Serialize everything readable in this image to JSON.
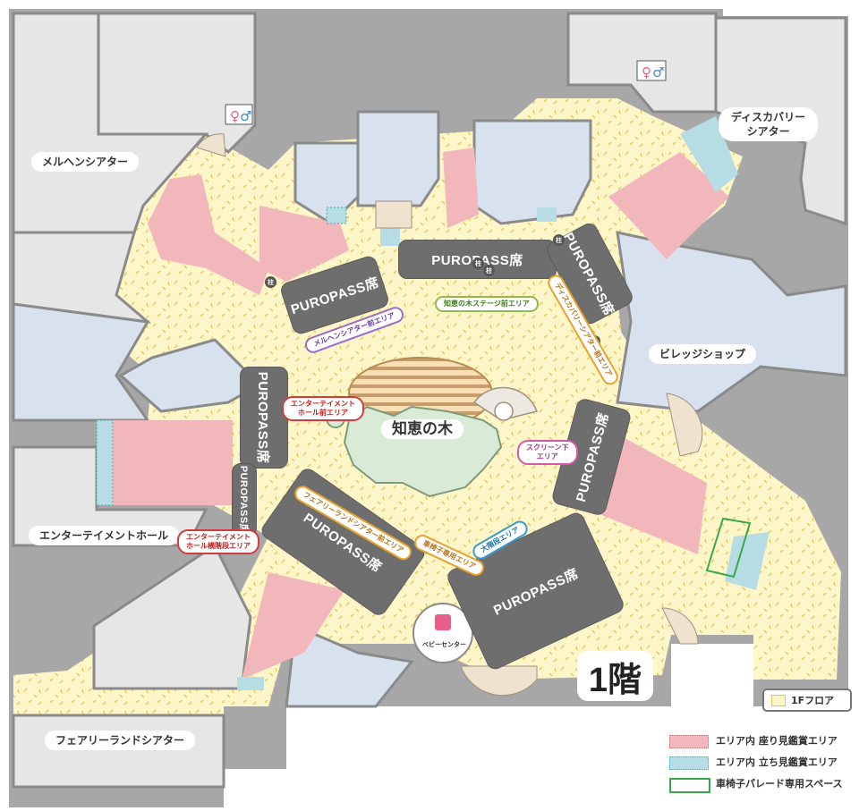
{
  "floor_label": "1階",
  "legend": {
    "floor": "1Fフロア",
    "seated": "エリア内 座り見鑑賞エリア",
    "standing": "エリア内 立ち見鑑賞エリア",
    "wheelchair": "車椅子パレード専用スペース"
  },
  "places": {
    "marchen": "メルヘンシアター",
    "discovery_1": "ディスカバリー",
    "discovery_2": "シアター",
    "village": "ビレッジショップ",
    "entertainment": "エンターテイメントホール",
    "fairyland": "フェアリーランドシアター",
    "baby": "ベビーセンター",
    "tree": "知恵の木"
  },
  "puropass": "PUROPASS席",
  "pillar": "柱",
  "tags": {
    "tree_stage": "知恵の木ステージ前エリア",
    "discovery_front": "ディスカバリーシアター前エリア",
    "marchen_front": "メルヘンシアター前エリア",
    "ent_front_1": "エンターテイメント",
    "ent_front_2": "ホール前エリア",
    "screen_1": "スクリーン下",
    "screen_2": "エリア",
    "fairy_front": "フェアリーランドシアター前エリア",
    "wheelchair_area": "車椅子専用エリア",
    "stairs_front": "大階段エリア",
    "ent_side_1": "エンターテイメント",
    "ent_side_2": "ホール横階段エリア"
  },
  "colors": {
    "floor": "#fdf6c8",
    "seated": "#f2b7ba",
    "standing": "#b6dde3",
    "wheelchair": "#39a84a",
    "wall": "#a7a7a7",
    "building": "#e6e6e6",
    "shop": "#d8e2ef",
    "puropass": "#6e6e6e"
  }
}
